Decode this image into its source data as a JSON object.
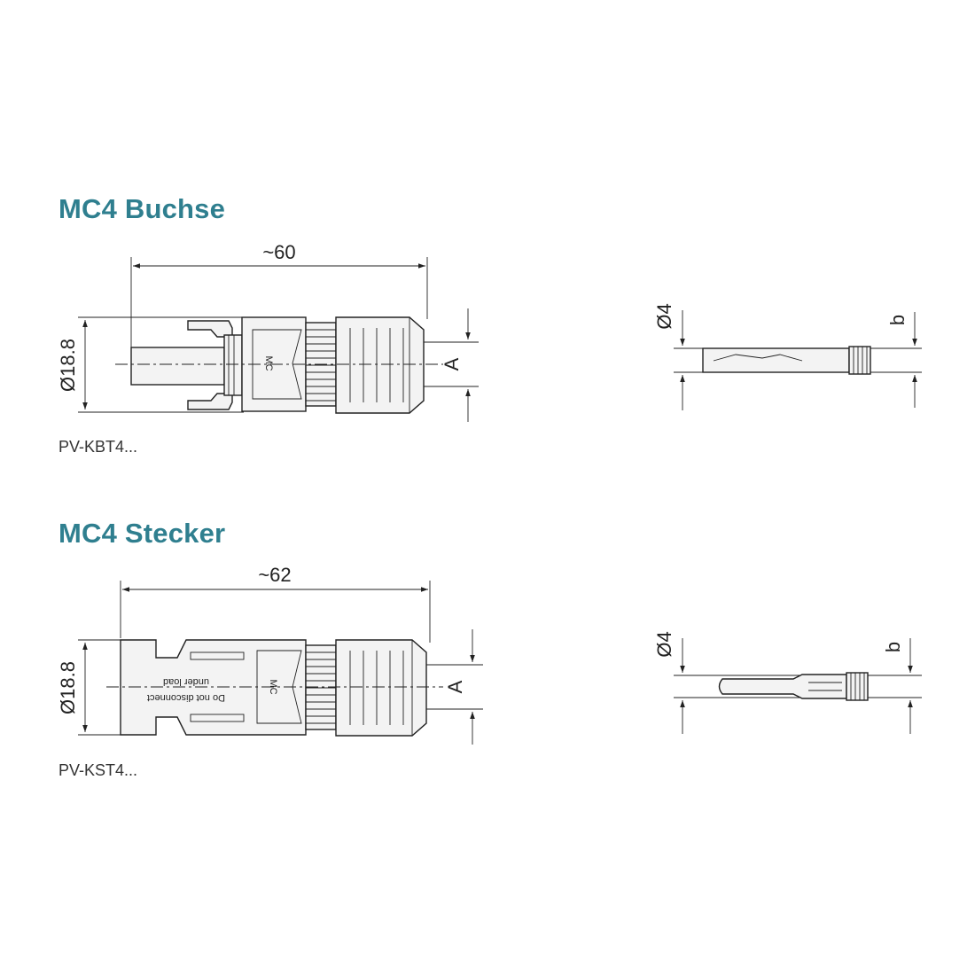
{
  "sections": [
    {
      "title": "MC4 Buchse",
      "part_number": "PV-KBT4...",
      "length_dim": "~60",
      "diameter_dim": "Ø18.8",
      "cable_dim": "A",
      "contact_dim_d": "Ø4",
      "contact_dim_b": "b",
      "marking": "MC"
    },
    {
      "title": "MC4 Stecker",
      "part_number": "PV-KST4...",
      "length_dim": "~62",
      "diameter_dim": "Ø18.8",
      "cable_dim": "A",
      "contact_dim_d": "Ø4",
      "contact_dim_b": "b",
      "marking": "MC",
      "warning_line1": "Do not disconnect",
      "warning_line2": "under load"
    }
  ]
}
